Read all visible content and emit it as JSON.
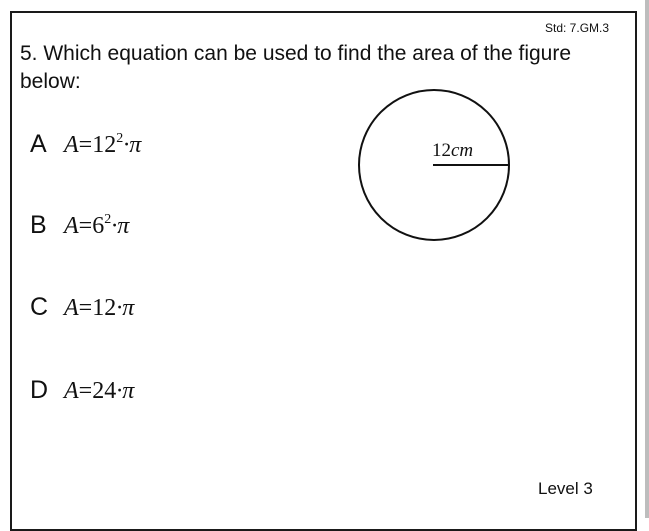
{
  "standard": "Std: 7.GM.3",
  "question": "5. Which equation can be used to find the area of the figure below:",
  "choices": [
    {
      "letter": "A",
      "lhs": "A",
      "equals": "=",
      "base": "12",
      "exponent": "2",
      "rest": "·π"
    },
    {
      "letter": "B",
      "lhs": "A",
      "equals": "=",
      "base": "6",
      "exponent": "2",
      "rest": "·π"
    },
    {
      "letter": "C",
      "lhs": "A",
      "equals": "=",
      "base": "12",
      "exponent": "",
      "rest": "·π"
    },
    {
      "letter": "D",
      "lhs": "A",
      "equals": "=",
      "base": "24",
      "exponent": "",
      "rest": "·π"
    }
  ],
  "figure": {
    "label_number": "12",
    "label_unit": "cm"
  },
  "level": "Level 3"
}
